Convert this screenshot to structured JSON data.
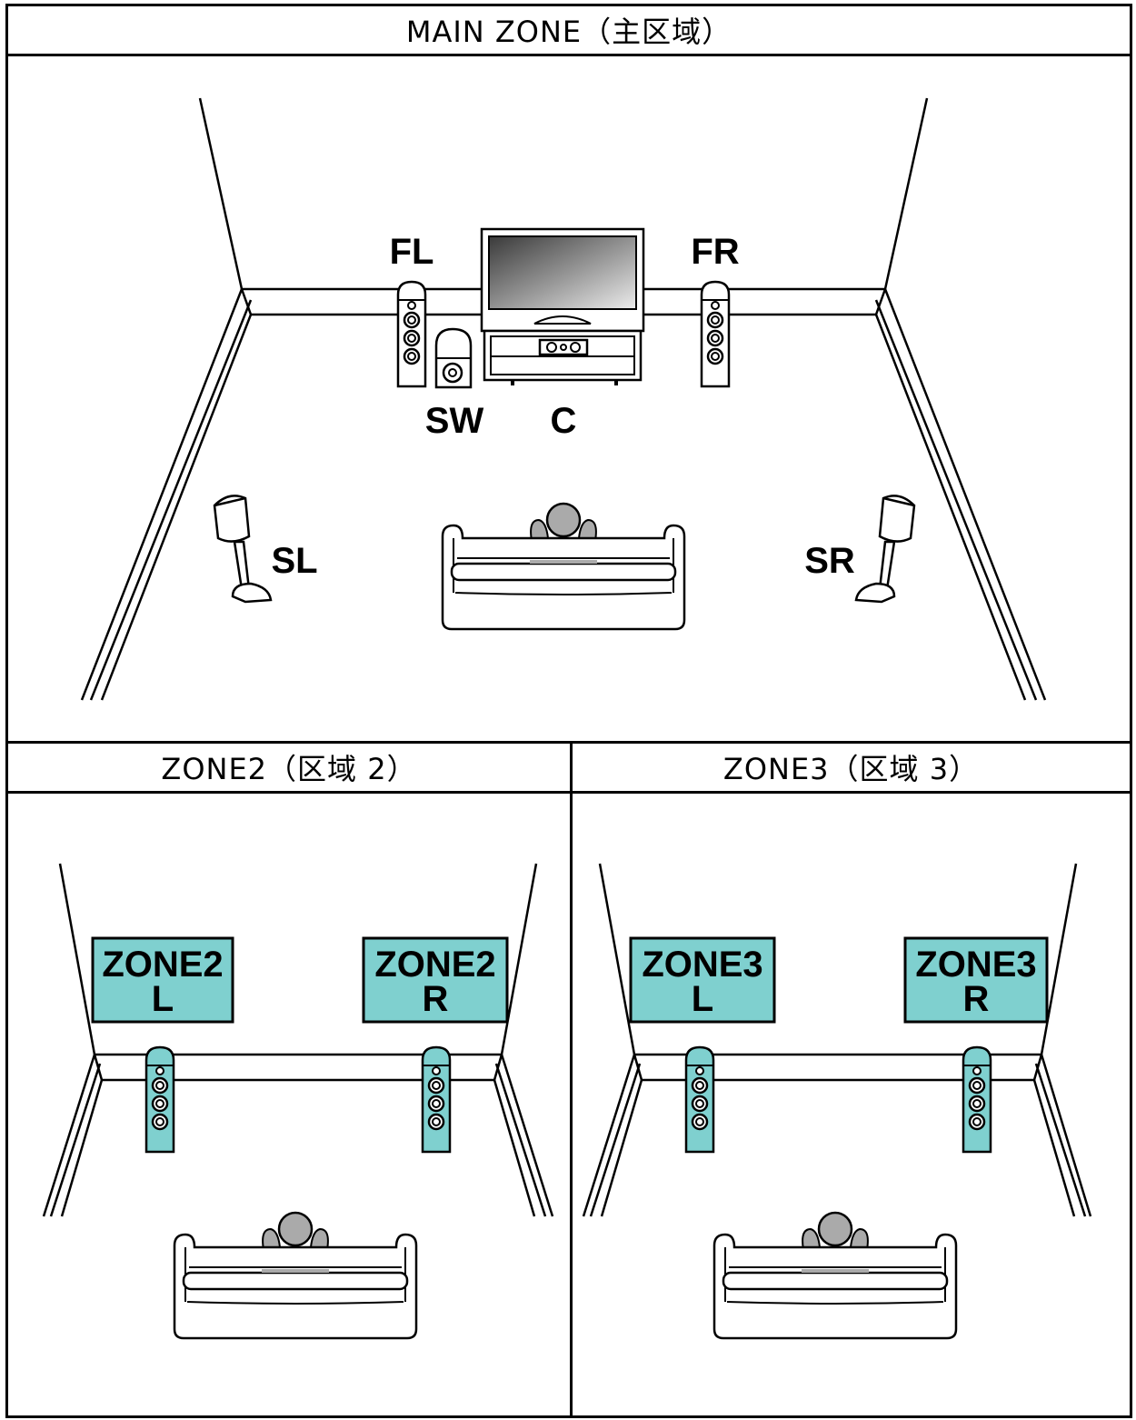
{
  "main_zone": {
    "title": "MAIN ZONE（主区域）",
    "labels": {
      "fl": "FL",
      "fr": "FR",
      "sw": "SW",
      "c": "C",
      "sl": "SL",
      "sr": "SR"
    }
  },
  "zone2": {
    "title": "ZONE2（区域 2）",
    "speaker_left": {
      "line1": "ZONE2",
      "line2": "L"
    },
    "speaker_right": {
      "line1": "ZONE2",
      "line2": "R"
    }
  },
  "zone3": {
    "title": "ZONE3（区域 3）",
    "speaker_left": {
      "line1": "ZONE3",
      "line2": "L"
    },
    "speaker_right": {
      "line1": "ZONE3",
      "line2": "R"
    }
  },
  "colors": {
    "zone_speaker_fill": "#7fd0cf",
    "line": "#000000",
    "person": "#aaaaaa"
  }
}
